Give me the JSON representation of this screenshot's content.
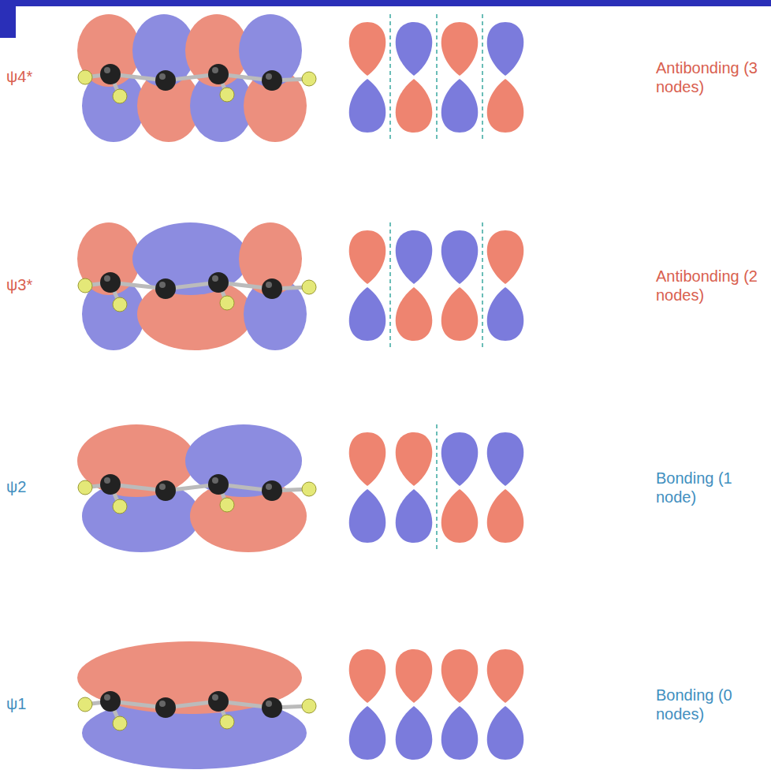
{
  "diagram": {
    "labels": [
      "ψ4*",
      "Antibonding (3 nodes)",
      "ψ3*",
      "Antibonding (2 nodes)",
      "ψ2",
      "Bonding (1 node)",
      "ψ1",
      "Bonding (0 nodes)"
    ]
  }
}
